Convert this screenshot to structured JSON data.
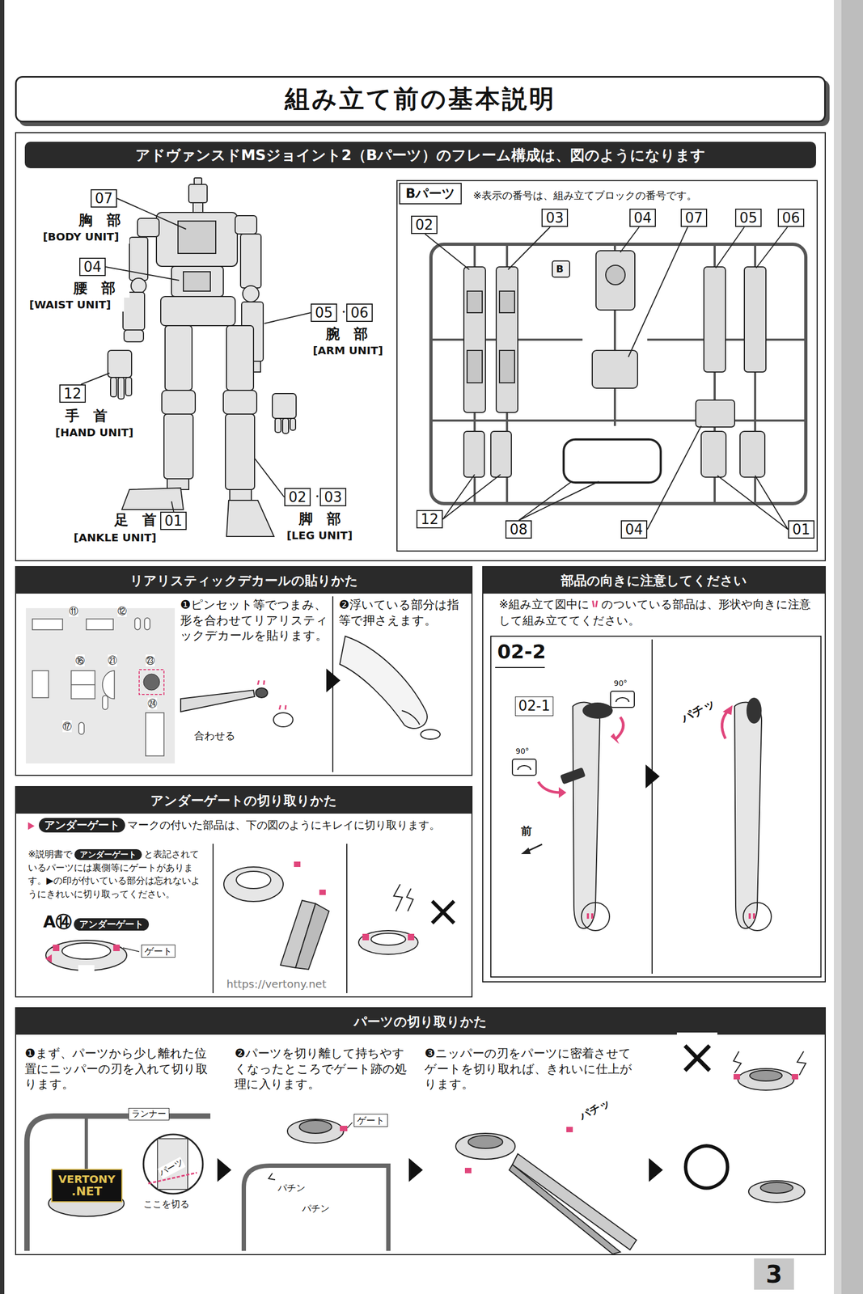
{
  "diagram": {
    "title": "組み立て前の基本説明",
    "nodes": [
      {
        "text": [
          "組み立て前の基本説明"
        ]
      },
      {
        "text": [
          "アドヴァンスドMSジョイント2（Bパーツ）のフレーム構成は、図のようになります"
        ]
      },
      {
        "text": [
          "07"
        ],
        "in": 1
      },
      {
        "text": [
          "04"
        ],
        "in": 1
      },
      {
        "text": [
          "05"
        ],
        "in": 1
      },
      {
        "text": [
          "06"
        ],
        "in": 1
      },
      {
        "text": [
          "12"
        ],
        "in": 1
      },
      {
        "text": [
          "02"
        ],
        "in": 1
      },
      {
        "text": [
          "03"
        ],
        "in": 1
      },
      {
        "text": [
          "01"
        ],
        "in": 1
      },
      {
        "text": [
          "Bパーツ",
          "※表示の番号は、組み立てブロックの番号です。"
        ],
        "in": 1
      },
      {
        "text": [
          "02"
        ],
        "in": 10
      },
      {
        "text": [
          "03"
        ],
        "in": 10
      },
      {
        "text": [
          "04"
        ],
        "in": 10
      },
      {
        "text": [
          "07"
        ],
        "in": 10
      },
      {
        "text": [
          "05"
        ],
        "in": 10
      },
      {
        "text": [
          "06"
        ],
        "in": 10
      },
      {
        "text": [
          "12"
        ],
        "in": 10
      },
      {
        "text": [
          "08"
        ],
        "in": 10
      },
      {
        "text": [
          "04"
        ],
        "in": 10
      },
      {
        "text": [
          "01"
        ],
        "in": 10
      },
      {
        "text": [
          "リアリスティックデカールの貼りかた"
        ]
      },
      {
        "text": [
          "部品の向きに注意してください"
        ]
      },
      {
        "text": [
          "アンダーゲートの切り取りかた"
        ]
      },
      {
        "text": [
          "パーツの切り取りかた"
        ]
      },
      {
        "text": [
          "3"
        ]
      }
    ],
    "labels": [
      "胸　部",
      "[BODY UNIT]",
      "腰　部",
      "[WAIST UNIT]",
      "・",
      "腕　部",
      "[ARM UNIT]",
      "手　首",
      "[HAND UNIT]",
      "・",
      "脚　部",
      "[LEG UNIT]",
      "足　首",
      "[ANKLE UNIT]",
      "B",
      "❶ピンセット等でつまみ、形を合わせてリアリスティックデカールを貼ります。",
      "❷浮いている部分は指等で押さえます。",
      "⑪",
      "⑫",
      "⑯",
      "㉑",
      "㉓",
      "㉔",
      "⑰",
      "合わせる",
      "※組み立て図中に",
      "のついている部品は、形状や向きに注意して組み立ててください。",
      "02-2",
      "02-1",
      "90°",
      "90°",
      "前",
      "パチッ",
      "アンダーゲート",
      "マークの付いた部品は、下の図のようにキレイに切り取ります。",
      "※説明書で",
      "アンダーゲート",
      "と表記されているパーツには裏側等にゲートがあります。▶の印が付いている部分は忘れないようにきれいに切り取ってください。",
      "A⑭",
      "アンダーゲート",
      "ゲート",
      "×",
      "❶まず、パーツから少し離れた位置にニッパーの刃を入れて切り取ります。",
      "❷パーツを切り離して持ちやすくなったところでゲート跡の処理に入ります。",
      "❸ニッパーの刃をパーツに密着させてゲートを切り取れば、きれいに仕上がります。",
      "×",
      "ランナー",
      "パーツ",
      "ここを切る",
      "ゲート",
      "パチン",
      "パチン",
      "パチッ",
      "○",
      "https://vertony.net",
      "VERTONY",
      ".NET"
    ]
  }
}
